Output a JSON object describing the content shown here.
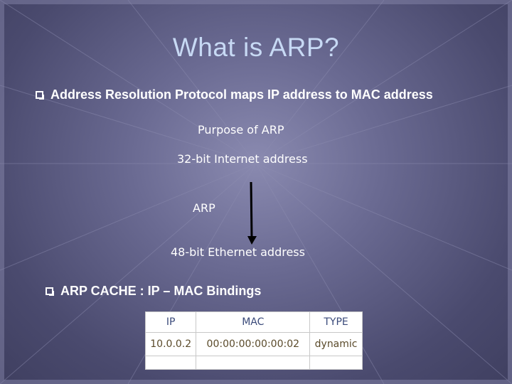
{
  "title": "What is ARP?",
  "bullets": [
    "Address Resolution Protocol maps IP address to MAC address",
    "ARP CACHE : IP – MAC Bindings"
  ],
  "diagram": {
    "purpose_label": "Purpose of ARP",
    "top_label": "32-bit Internet address",
    "arrow_label": "ARP",
    "bottom_label": "48-bit Ethernet address"
  },
  "arp_cache": {
    "headers": [
      "IP",
      "MAC",
      "TYPE"
    ],
    "rows": [
      [
        "10.0.0.2",
        "00:00:00:00:00:02",
        "dynamic"
      ]
    ]
  }
}
